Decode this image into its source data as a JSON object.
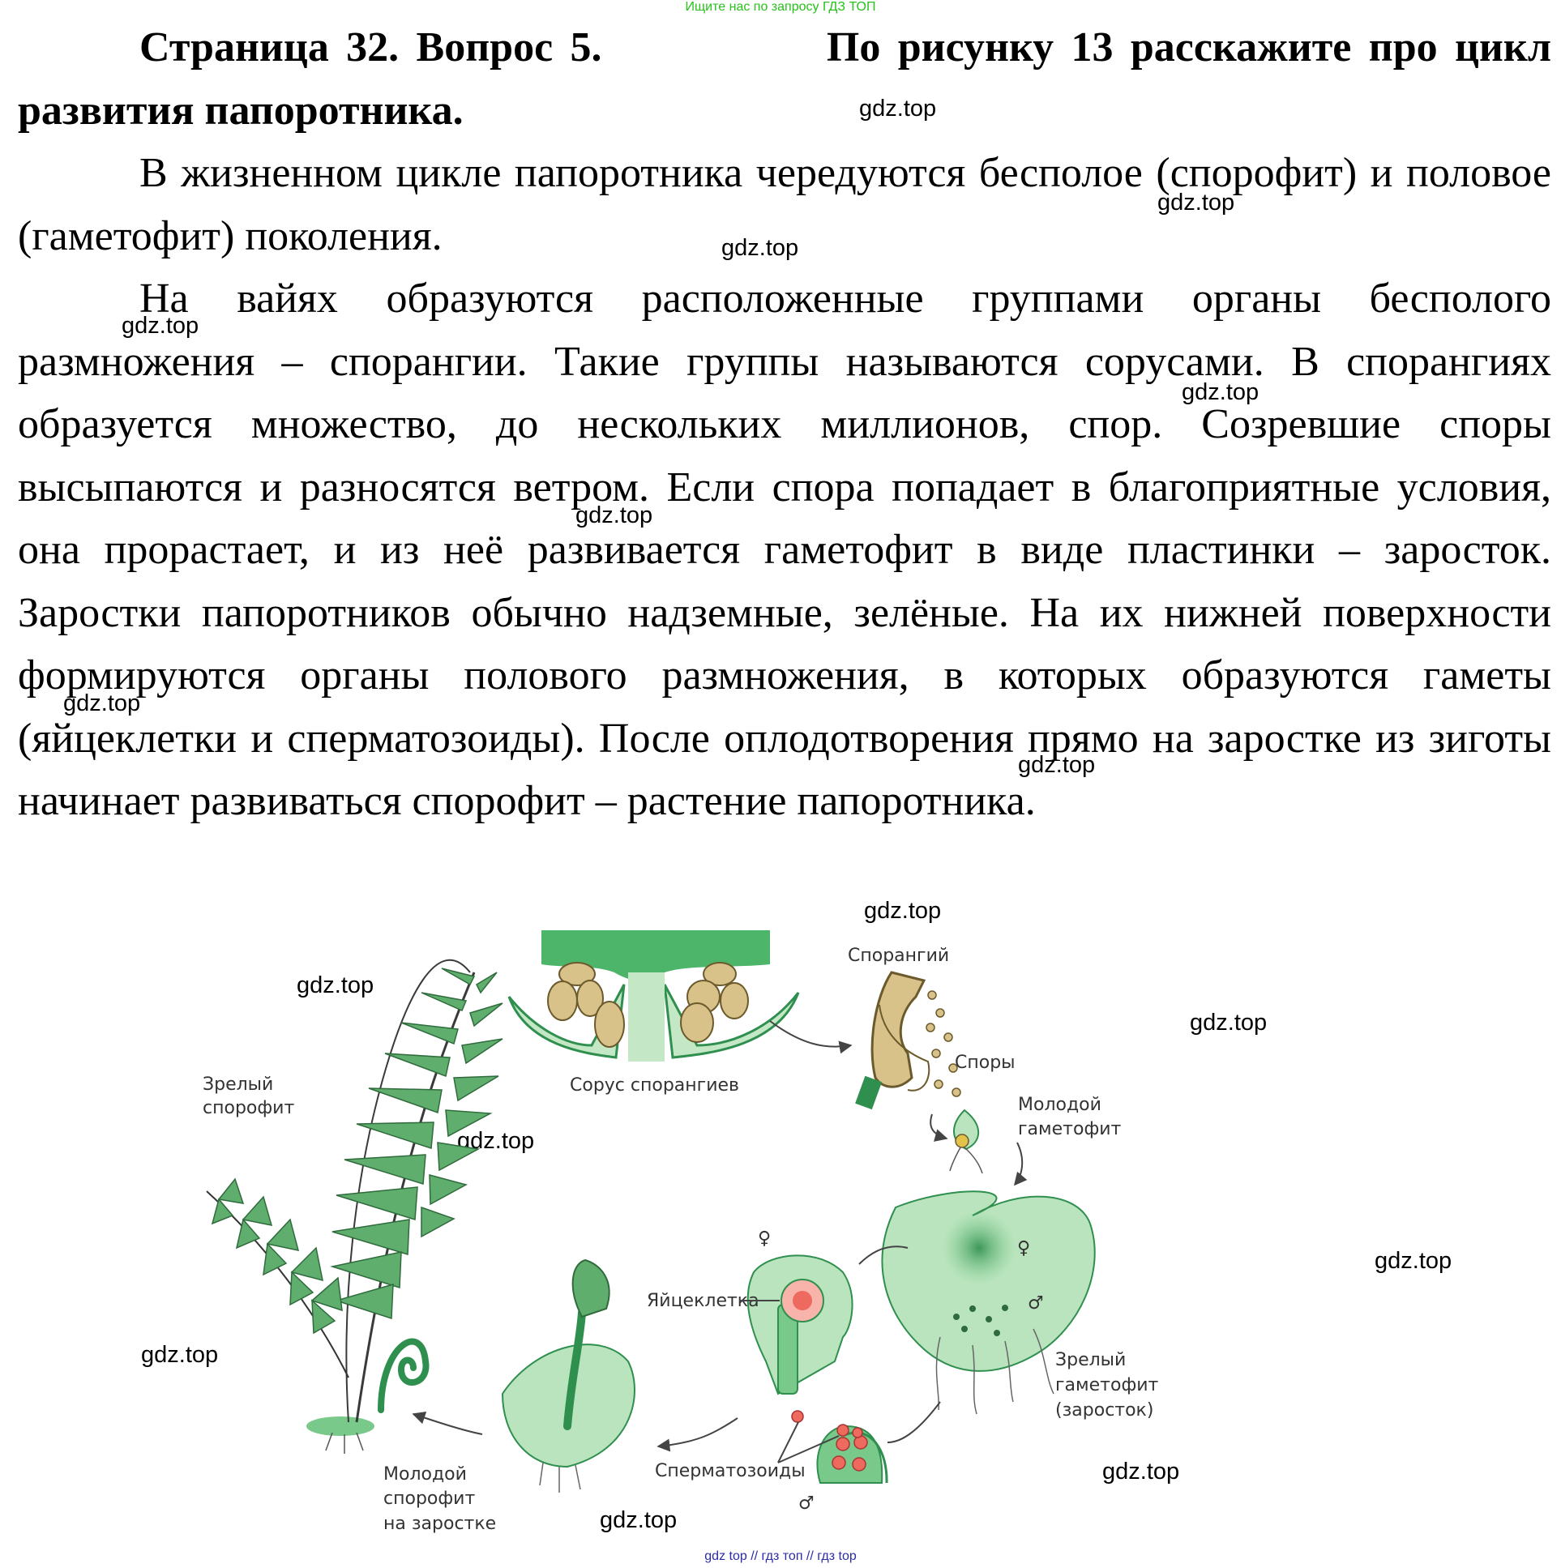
{
  "top_hint": "Ищите нас по запросу ГДЗ ТОП",
  "heading": {
    "part1": "Страница 32. Вопрос 5.",
    "part2": "По рисунку 13 расскажите про цикл развития папоротника."
  },
  "paragraphs": [
    "В жизненном цикле папоротника чередуются бесполое (спорофит) и половое (гаметофит) поколения.",
    "На вайях образуются расположенные группами органы бесполого размножения – спорангии. Такие группы называются сорусами. В спорангиях образуется множество, до нескольких миллионов, спор. Созревшие споры высыпаются и разносятся ветром. Если спора попадает в благоприятные условия, она прорастает, и из неё развивается гаметофит в виде пластинки – заросток. Заростки папоротников обычно надземные, зелёные. На их нижней поверхности формируются органы полового размножения, в которых образуются гаметы (яйцеклетки и сперматозоиды). После оплодотворения прямо на заростке из зиготы начинает развиваться спорофит – растение папоротника."
  ],
  "watermark": "gdz.top",
  "diagram": {
    "labels": {
      "mature_sporophyte_1": "Зрелый",
      "mature_sporophyte_2": "спорофит",
      "sorus": "Сорус спорангиев",
      "sporangium": "Спорангий",
      "spores": "Споры",
      "young_gametophyte_1": "Молодой",
      "young_gametophyte_2": "гаметофит",
      "egg": "Яйцеклетка",
      "female_symbol": "♀",
      "male_symbol": "♂",
      "mature_gametophyte_1": "Зрелый",
      "mature_gametophyte_2": "гаметофит",
      "mature_gametophyte_3": "(заросток)",
      "sperm": "Сперматозоиды",
      "young_sporophyte_1": "Молодой",
      "young_sporophyte_2": "спорофит",
      "young_sporophyte_3": "на заростке"
    }
  },
  "bottom_hint": "gdz top  //  гдз топ  //  гдз top",
  "colors": {
    "light_green": "#b9e4bd",
    "mid_green": "#79c98a",
    "dark_green": "#2f8f4e",
    "spore_tan": "#d8c28a",
    "red": "#ef6a5e"
  }
}
